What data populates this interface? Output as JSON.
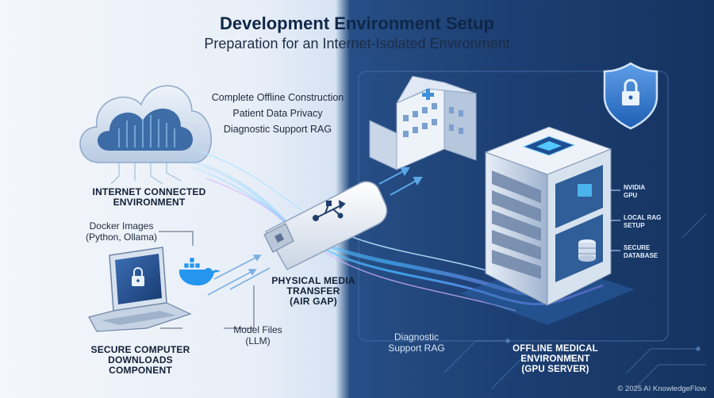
{
  "title": "Development Environment Setup",
  "subtitle": "Preparation for an Internet-Isolated Environment",
  "bullets": [
    "Complete Offline Construction",
    "Patient Data Privacy",
    "Diagnostic Support RAG"
  ],
  "internet": {
    "line1": "INTERNET CONNECTED",
    "line2": "ENVIRONMENT"
  },
  "docker": {
    "line1": "Docker Images",
    "line2": "(Python, Ollama)"
  },
  "model": {
    "line1": "Model Files",
    "line2": "(LLM)"
  },
  "computer": {
    "line1": "SECURE COMPUTER",
    "line2": "DOWNLOADS",
    "line3": "COMPONENT"
  },
  "transfer": {
    "line1": "PHYSICAL MEDIA",
    "line2": "TRANSFER",
    "line3": "(AIR GAP)"
  },
  "rag": {
    "line1": "Diagnostic",
    "line2": "Support RAG"
  },
  "offline": {
    "line1": "OFFLINE MEDICAL",
    "line2": "ENVIRONMENT",
    "line3": "(GPU SERVER)"
  },
  "server_labels": {
    "gpu": {
      "line1": "NVIDIA",
      "line2": "GPU"
    },
    "rag": {
      "line1": "LOCAL RAG",
      "line2": "SETUP"
    },
    "db": {
      "line1": "SECURE",
      "line2": "DATABASE"
    }
  },
  "copyright": "© 2025 AI KnowledgeFlow",
  "colors": {
    "accent_light": "#53c9ff",
    "dark_panel": "#1d3f73",
    "title": "#0f2748"
  },
  "icons": [
    "cloud-icon",
    "laptop-icon",
    "lock-icon",
    "docker-whale-icon",
    "usb-drive-icon",
    "hospital-icon",
    "server-rack-icon",
    "shield-lock-icon",
    "database-icon",
    "chip-icon"
  ]
}
